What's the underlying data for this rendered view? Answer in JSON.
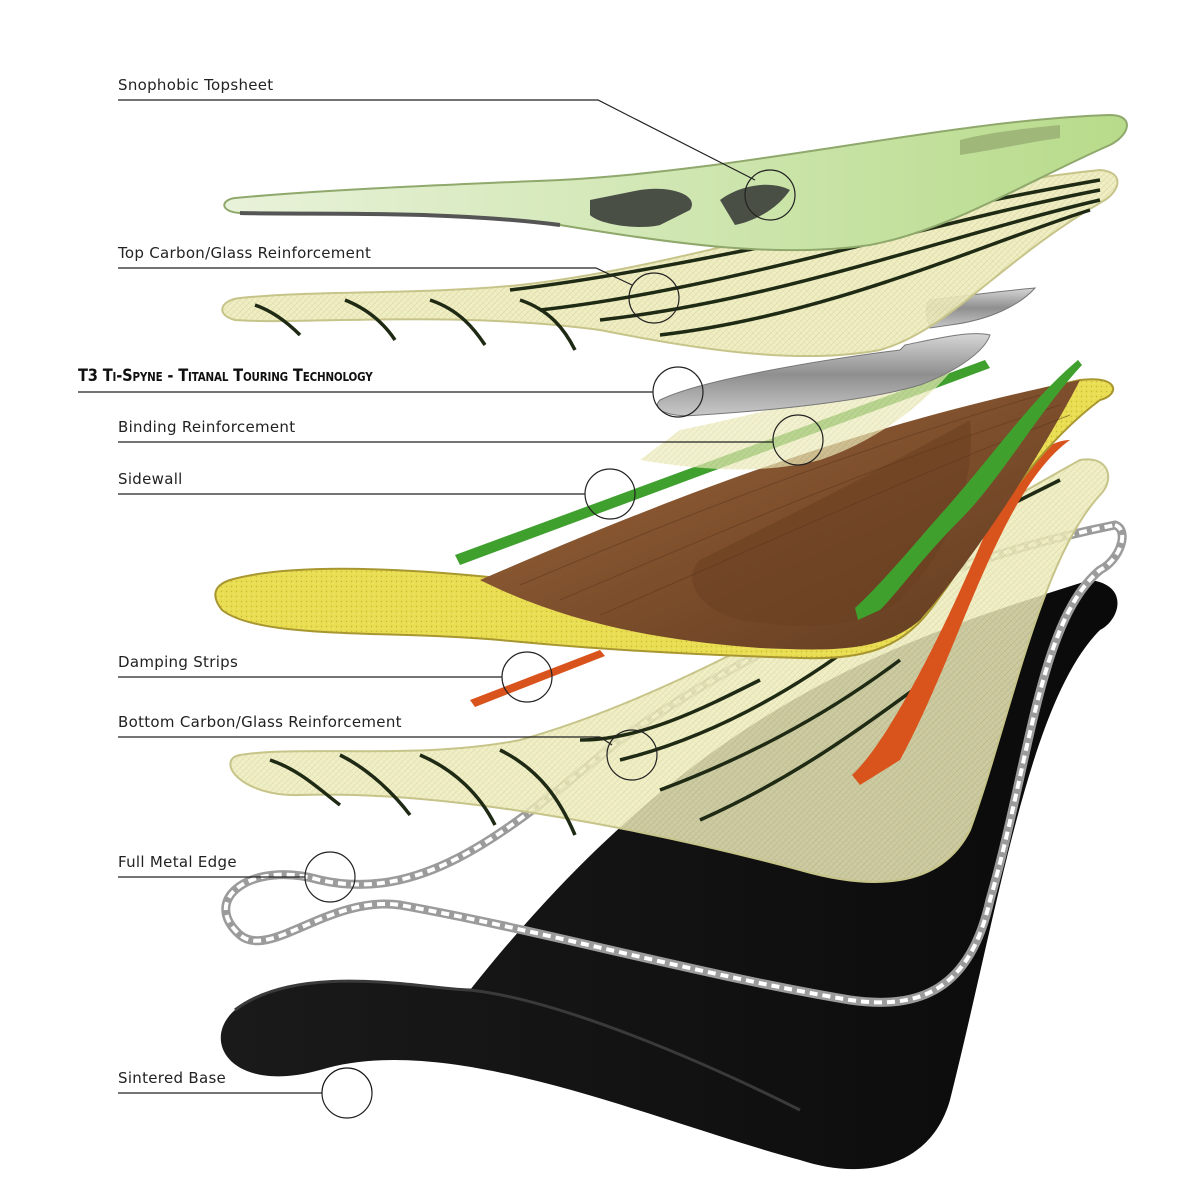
{
  "diagram": {
    "layers": [
      {
        "id": "topsheet",
        "label": "Snophobic Topsheet"
      },
      {
        "id": "top-reinforcement",
        "label": "Top Carbon/Glass Reinforcement"
      },
      {
        "id": "ti-spyne",
        "label": "T3 Ti-Spyne - Titanal Touring Technology"
      },
      {
        "id": "binding-reinforcement",
        "label": "Binding Reinforcement"
      },
      {
        "id": "sidewall",
        "label": "Sidewall"
      },
      {
        "id": "damping-strips",
        "label": "Damping Strips"
      },
      {
        "id": "bottom-reinforcement",
        "label": "Bottom Carbon/Glass Reinforcement"
      },
      {
        "id": "metal-edge",
        "label": "Full Metal Edge"
      },
      {
        "id": "sintered-base",
        "label": "Sintered Base"
      }
    ],
    "colors": {
      "topsheet": "#c9e3a0",
      "fiberglass": "#eceab8",
      "carbon_stripe": "#1f2a14",
      "titanal": "#9a9a9a",
      "wood": "#8b5a35",
      "foam": "#e8dc4a",
      "sidewall": "#3fa02e",
      "damping": "#d9541c",
      "edge": "#b9b9b9",
      "base": "#111111",
      "leader": "#222222"
    }
  }
}
